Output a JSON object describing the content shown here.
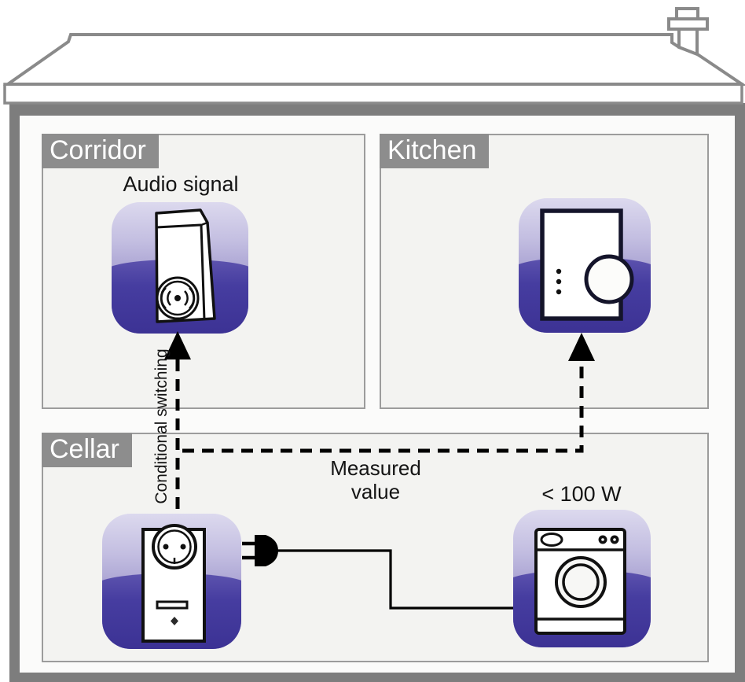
{
  "figure": {
    "type": "smart-home-wiring-diagram",
    "rooms": [
      {
        "id": "corridor",
        "label": "Corridor"
      },
      {
        "id": "kitchen",
        "label": "Kitchen"
      },
      {
        "id": "cellar",
        "label": "Cellar"
      }
    ],
    "devices": [
      {
        "id": "siren",
        "room": "corridor",
        "icon": "plug-in-siren",
        "caption": "Audio signal"
      },
      {
        "id": "room-display",
        "room": "kitchen",
        "icon": "room-display-with-dial"
      },
      {
        "id": "smart-plug",
        "room": "cellar",
        "icon": "metering-socket-plug"
      },
      {
        "id": "washer",
        "room": "cellar",
        "icon": "washing-machine",
        "caption": "< 100 W"
      }
    ],
    "connections": [
      {
        "from": "smart-plug",
        "to": "siren",
        "label": "Conditional switching",
        "style": "dashed-arrow"
      },
      {
        "from": "smart-plug",
        "to": "room-display",
        "label": "Measured value",
        "style": "dashed-arrow"
      },
      {
        "from": "smart-plug",
        "to": "washer",
        "label": "",
        "style": "power-cable"
      }
    ],
    "colors": {
      "outline": "#8a8a8a",
      "wall": "#7d7d7d",
      "room_bg": "#f3f3f1",
      "room_border": "#9c9c9c",
      "label_bg": "#8d8d8d",
      "label_text": "#ffffff",
      "tile_top": "#dcd9ee",
      "tile_bottom": "#3c3294",
      "line": "#000000"
    }
  }
}
